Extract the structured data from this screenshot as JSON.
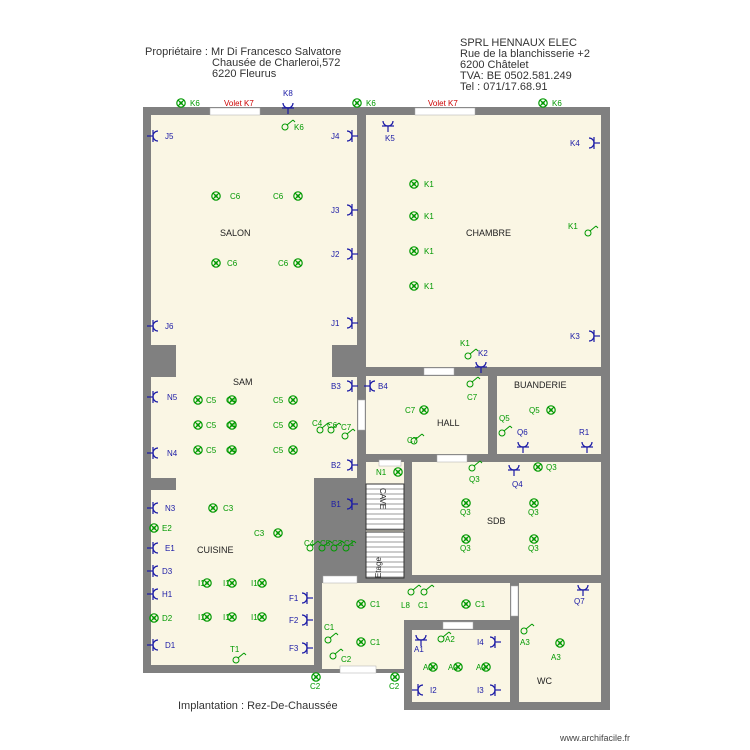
{
  "header": {
    "owner_label": "Propriétaire :",
    "owner_name": "Mr Di Francesco Salvatore",
    "owner_address1": "Chausée de Charleroi,572",
    "owner_address2": "6220 Fleurus",
    "company_name": "SPRL HENNAUX ELEC",
    "company_address1": "Rue de la blanchisserie +2",
    "company_address2": "6200 Châtelet",
    "company_vat": "TVA: BE 0502.581.249",
    "company_tel": "Tel : 071/17.68.91"
  },
  "footer": {
    "caption": "Implantation : Rez-De-Chaussée",
    "watermark": "www.archifacile.fr"
  },
  "colors": {
    "wall": "#808080",
    "floor": "#faf6e4",
    "green_symbol": "#009900",
    "blue_symbol": "#1a1aa6",
    "shutter_label": "#cc0000"
  },
  "rooms": {
    "salon": "SALON",
    "chambre": "CHAMBRE",
    "sam": "SAM",
    "hall": "HALL",
    "buanderie": "BUANDERIE",
    "sdb": "SDB",
    "cuisine": "CUISINE",
    "wc": "WC",
    "cave": "CAVE",
    "etage": "Etage"
  },
  "shutters": [
    "Volet K7",
    "Volet K7"
  ],
  "lights": [
    "K6",
    "K6",
    "K6",
    "K6",
    "C6",
    "C6",
    "C6",
    "C6",
    "K1",
    "K1",
    "K1",
    "K1",
    "K1",
    "K1",
    "C5",
    "C4",
    "C5",
    "C5",
    "C4",
    "C5",
    "C5",
    "C4",
    "C5",
    "C4",
    "C6",
    "C7",
    "C7",
    "C7",
    "C7",
    "Q5",
    "Q5",
    "Q3",
    "Q3",
    "Q3",
    "Q3",
    "Q3",
    "Q3",
    "E2",
    "C3",
    "C3",
    "C4",
    "C5",
    "C3",
    "C1",
    "I1",
    "I1",
    "I1",
    "I1",
    "I1",
    "I1",
    "D2",
    "L8",
    "C1",
    "C1",
    "C1",
    "C1",
    "C1",
    "C2",
    "C2",
    "C2",
    "A2",
    "A2",
    "A2",
    "A2",
    "A3",
    "A3",
    "T1",
    "N1"
  ],
  "sockets": [
    "K8",
    "J5",
    "J4",
    "J3",
    "J2",
    "J1",
    "J6",
    "K5",
    "K4",
    "K3",
    "K2",
    "B3",
    "B4",
    "N5",
    "N4",
    "B2",
    "B1",
    "Q6",
    "R1",
    "Q4",
    "N3",
    "E1",
    "D3",
    "H1",
    "D1",
    "F1",
    "F2",
    "F3",
    "Q7",
    "A1",
    "I4",
    "I2",
    "I3"
  ]
}
